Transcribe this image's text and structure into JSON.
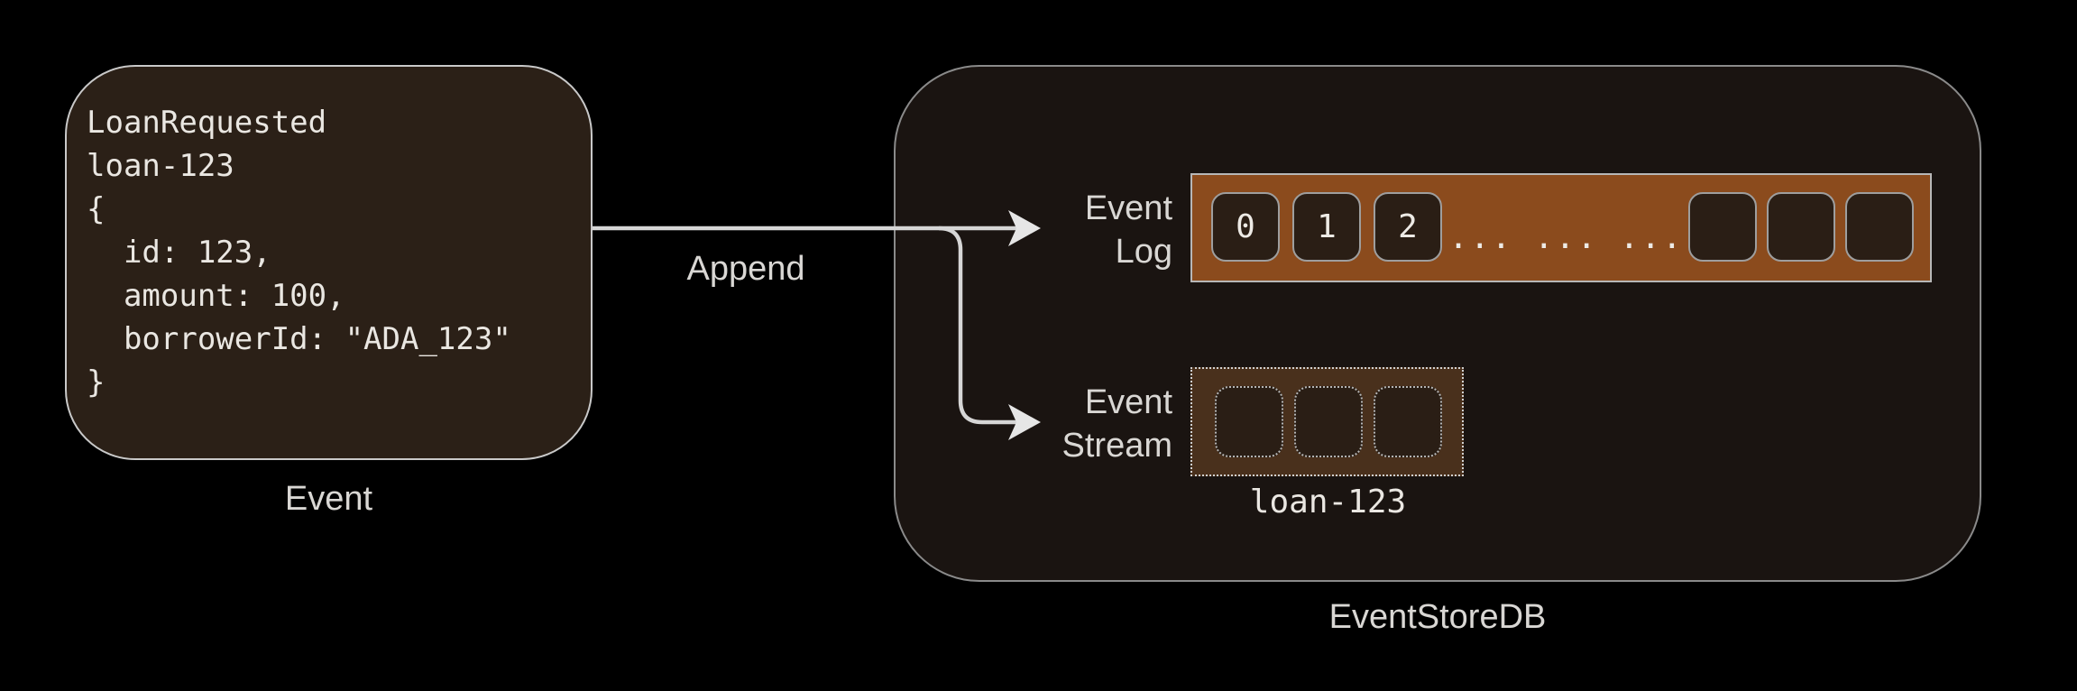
{
  "event_card": {
    "code_lines": "LoanRequested\nloan-123\n{\n  id: 123,\n  amount: 100,\n  borrowerId: \"ADA_123\"\n}",
    "caption": "Event"
  },
  "append_label": "Append",
  "eventstore": {
    "caption": "EventStoreDB",
    "event_log": {
      "label_line1": "Event",
      "label_line2": "Log",
      "filled_cells": [
        "0",
        "1",
        "2"
      ],
      "ellipsis": "... ... ...",
      "empty_cells_count": 3
    },
    "event_stream": {
      "label_line1": "Event",
      "label_line2": "Stream",
      "stream_name": "loan-123",
      "empty_slots_count": 3
    }
  },
  "colors": {
    "page_background": "#000000",
    "event_card_fill": "#2b2017",
    "event_card_border": "#c9c9c9",
    "container_fill": "#1a1411",
    "container_border": "#8a8a8a",
    "event_log_fill": "#8b4b1d",
    "event_log_border": "#b7b7b7",
    "cell_fill": "#2a1e15",
    "event_stream_fill": "#49301c",
    "arrow": "#d6d6d6",
    "text": "#eae7e2"
  }
}
